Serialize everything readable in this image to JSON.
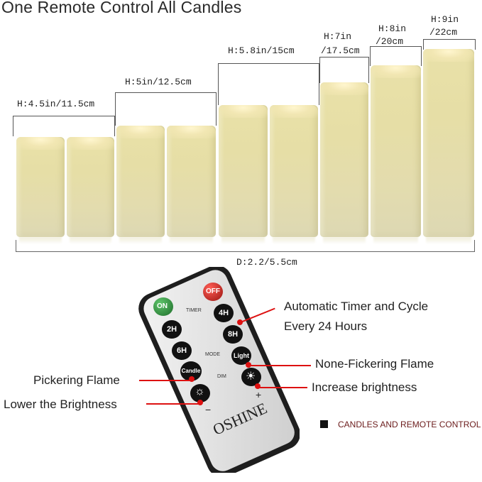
{
  "title": "One Remote Control All Candles",
  "candle_heights": {
    "h1": "H:4.5in/11.5cm",
    "h2": "H:5in/12.5cm",
    "h3": "H:5.8in/15cm",
    "h4_top": "H:7in",
    "h4_bottom": "/17.5cm",
    "h5_top": "H:8in",
    "h5_bottom": "/20cm",
    "h6_top": "H:9in",
    "h6_bottom": "/22cm"
  },
  "diameter": "D:2.2/5.5cm",
  "remote": {
    "on": "ON",
    "off": "OFF",
    "timer": "TIMER",
    "b4h": "4H",
    "b2h": "2H",
    "b8h": "8H",
    "b6h": "6H",
    "mode": "MODE",
    "light": "Light",
    "candle": "Candle",
    "dim": "DIM",
    "minus": "−",
    "plus": "+",
    "brand": "OSHINE"
  },
  "callouts": {
    "timer_line1": "Automatic Timer and Cycle",
    "timer_line2": "Every 24 Hours",
    "none_flicker": "None-Fickering Flame",
    "increase": "Increase brightness",
    "flickering": "Pickering Flame",
    "lower": "Lower the Brightness"
  },
  "legend": "CANDLES AND REMOTE CONTROL",
  "colors": {
    "candle": "#e6dea6",
    "callout_red": "#dd1111",
    "on_button": "#2e8b3a",
    "off_button": "#c8201c",
    "legend_text": "#6b1b1b"
  }
}
